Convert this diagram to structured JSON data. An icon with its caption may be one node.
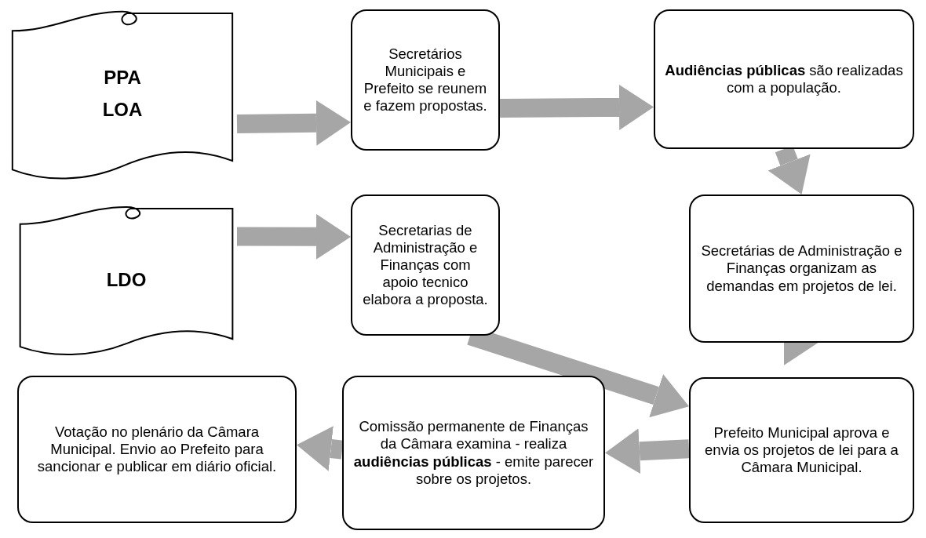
{
  "diagram": {
    "nodes": [
      {
        "text": [
          "PPA",
          "LOA"
        ]
      },
      {
        "text": [
          "Secretários Municipais e Prefeito se reunem e fazem propostas."
        ]
      },
      {
        "text": [
          "**Audiências públicas** são realizadas com a população."
        ]
      },
      {
        "text": [
          "LDO"
        ]
      },
      {
        "text": [
          "Secretarias de Administração e Finanças com apoio tecnico elabora a proposta."
        ]
      },
      {
        "text": [
          "Secretárias de Administração e Finanças organizam as demandas em projetos de lei."
        ]
      },
      {
        "text": [
          "Prefeito Municipal aprova e envia os projetos de lei para a Câmara Municipal."
        ]
      },
      {
        "text": [
          "Comissão permanente de Finanças da Câmara examina - realiza **audiências públicas** - emite parecer sobre os projetos."
        ]
      },
      {
        "text": [
          "Votação no plenário da Câmara Municipal. Envio ao Prefeito para sancionar e publicar em diário oficial."
        ]
      }
    ],
    "edges": [
      {
        "from": 0,
        "to": 1,
        "arrow": "to"
      },
      {
        "from": 1,
        "to": 2,
        "arrow": "to"
      },
      {
        "from": 2,
        "to": 5,
        "arrow": "to"
      },
      {
        "from": 3,
        "to": 4,
        "arrow": "to"
      },
      {
        "from": 4,
        "to": 6,
        "arrow": "to"
      },
      {
        "from": 5,
        "to": 6,
        "arrow": "to"
      },
      {
        "from": 6,
        "to": 7,
        "arrow": "to"
      },
      {
        "from": 7,
        "to": 8,
        "arrow": "to"
      }
    ]
  }
}
